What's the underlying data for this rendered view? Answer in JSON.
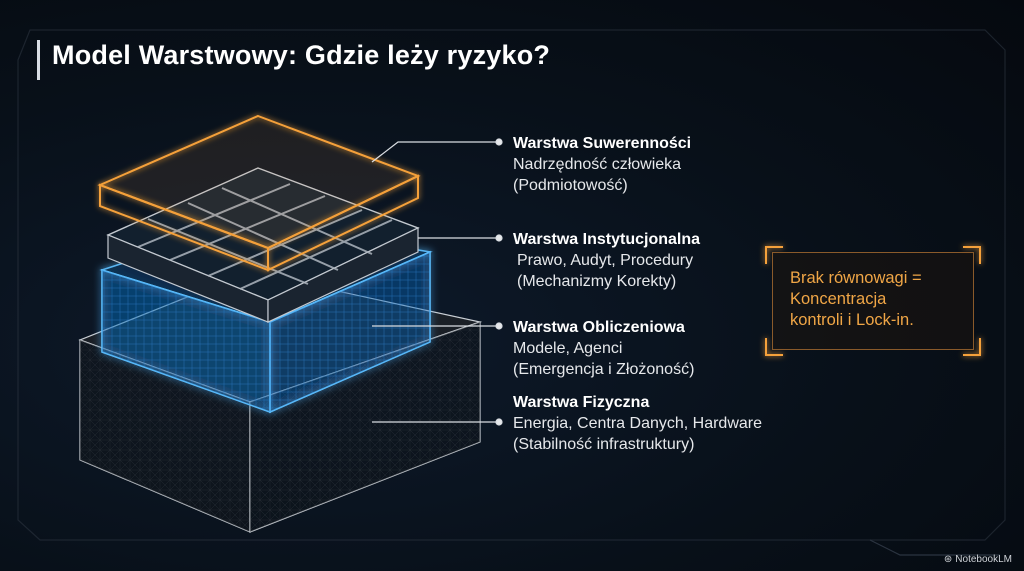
{
  "title": "Model Warstwowy: Gdzie leży ryzyko?",
  "layers": [
    {
      "name": "Warstwa Suwerenności",
      "line1": "Nadrzędność człowieka",
      "line2": "(Podmiotowość)"
    },
    {
      "name": "Warstwa Instytucjonalna",
      "line1": "Prawo, Audyt, Procedury",
      "line2": "(Mechanizmy Korekty)"
    },
    {
      "name": "Warstwa Obliczeniowa",
      "line1": "Modele, Agenci",
      "line2": "(Emergencja i Złożoność)"
    },
    {
      "name": "Warstwa Fizyczna",
      "line1": "Energia, Centra Danych, Hardware",
      "line2": "(Stabilność infrastruktury)"
    }
  ],
  "callout": {
    "line1": "Brak równowagi =",
    "line2": "Koncentracja",
    "line3": "kontroli i Lock-in."
  },
  "brand": "NotebookLM",
  "colors": {
    "orange": "#f5a13a",
    "blue": "#3aa8ff",
    "grey": "#b9c0c8"
  }
}
